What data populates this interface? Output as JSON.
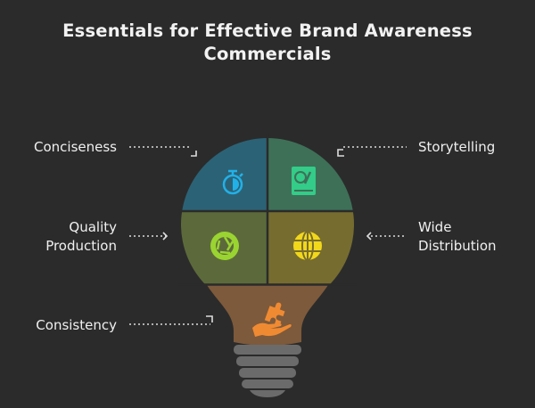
{
  "title": {
    "line1": "Essentials for Effective Brand Awareness",
    "line2": "Commercials"
  },
  "items": [
    {
      "label": "Conciseness",
      "icon": "stopwatch-icon",
      "color": "#2c6275",
      "icon_color": "#22b0e8"
    },
    {
      "label": "Storytelling",
      "icon": "book-palette-icon",
      "color": "#3e7058",
      "icon_color": "#33cc88"
    },
    {
      "label_line1": "Quality",
      "label_line2": "Production",
      "icon": "camera-shutter-icon",
      "color": "#5c6a3b",
      "icon_color": "#9ad431"
    },
    {
      "label_line1": "Wide",
      "label_line2": "Distribution",
      "icon": "globe-icon",
      "color": "#766c30",
      "icon_color": "#f2d81a"
    },
    {
      "label": "Consistency",
      "icon": "hand-puzzle-icon",
      "color": "#7d5a3b",
      "icon_color": "#f08a32"
    }
  ],
  "base_color": "#6b6b6b"
}
